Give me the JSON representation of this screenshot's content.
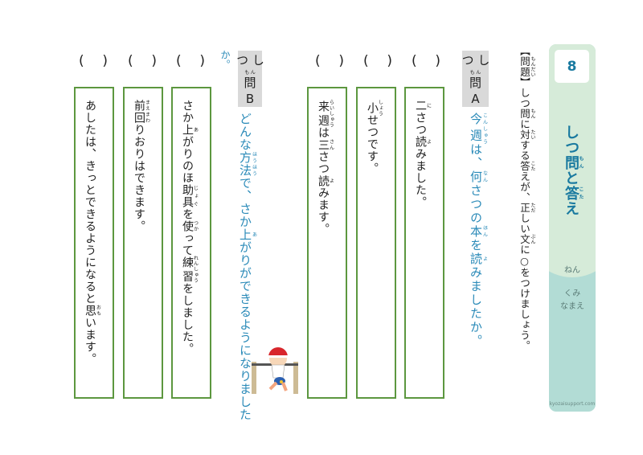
{
  "sidebar": {
    "number": "8",
    "title": [
      {
        "t": "しつ"
      },
      {
        "t": "問",
        "r": "もん"
      },
      {
        "t": "と"
      },
      {
        "t": "答",
        "r": "こた"
      },
      {
        "t": "え"
      }
    ],
    "year_label": "ねん",
    "class_label": "くみ",
    "name_label": "なまえ",
    "site": "kyozaisupport.com",
    "colors": {
      "top": "#d6ebd9",
      "bottom": "#b2dcd5",
      "accent": "#1a7aa0"
    }
  },
  "instruction": [
    {
      "t": "【"
    },
    {
      "t": "問題",
      "r": "もんだい"
    },
    {
      "t": "】しつ"
    },
    {
      "t": "問",
      "r": "もん"
    },
    {
      "t": "に"
    },
    {
      "t": "対",
      "r": "たい"
    },
    {
      "t": "する"
    },
    {
      "t": "答",
      "r": "こた"
    },
    {
      "t": "えが、"
    },
    {
      "t": "正",
      "r": "ただ"
    },
    {
      "t": "しい"
    },
    {
      "t": "文",
      "r": "ぶん"
    },
    {
      "t": "に○をつけましょう。"
    }
  ],
  "question_a": {
    "label": {
      "pre": "しつ",
      "kanji": "問",
      "ruby": "もん",
      "letter": "A"
    },
    "text": [
      {
        "t": "今",
        "r": "こん"
      },
      {
        "t": "週",
        "r": "しゅう"
      },
      {
        "t": "は、"
      },
      {
        "t": "何",
        "r": "なん"
      },
      {
        "t": "さつの"
      },
      {
        "t": "本",
        "r": "ほん"
      },
      {
        "t": "を"
      },
      {
        "t": "読",
        "r": "よ"
      },
      {
        "t": "みましたか。"
      }
    ],
    "parens": [
      "(",
      ")"
    ],
    "choices": [
      {
        "text": [
          {
            "t": "二",
            "r": "に"
          },
          {
            "t": "さつ"
          },
          {
            "t": "読",
            "r": "よ"
          },
          {
            "t": "みました。"
          }
        ]
      },
      {
        "text": [
          {
            "t": "小",
            "r": "しょう"
          },
          {
            "t": "せつです。"
          }
        ]
      },
      {
        "text": [
          {
            "t": "来週",
            "r": "らいしゅう"
          },
          {
            "t": "は"
          },
          {
            "t": "三",
            "r": "さん"
          },
          {
            "t": "さつ"
          },
          {
            "t": "読",
            "r": "よ"
          },
          {
            "t": "みます。"
          }
        ]
      }
    ]
  },
  "question_b": {
    "label": {
      "pre": "しつ",
      "kanji": "問",
      "ruby": "もん",
      "letter": "B"
    },
    "text": [
      {
        "t": "どんな"
      },
      {
        "t": "方法",
        "r": "ほうほう"
      },
      {
        "t": "で、さか"
      },
      {
        "t": "上",
        "r": "あ"
      },
      {
        "t": "がりができるようになりました"
      }
    ],
    "text_continued": "か。",
    "parens": [
      "(",
      ")"
    ],
    "choices": [
      {
        "text": [
          {
            "t": "さか"
          },
          {
            "t": "上",
            "r": "あ"
          },
          {
            "t": "がりのほ"
          },
          {
            "t": "助具",
            "r": "じょぐ"
          },
          {
            "t": "を"
          },
          {
            "t": "使",
            "r": "つか"
          },
          {
            "t": "って"
          },
          {
            "t": "練習",
            "r": "れんしゅう"
          },
          {
            "t": "をしました。"
          }
        ]
      },
      {
        "text": [
          {
            "t": "前回",
            "r": "まえまわ"
          },
          {
            "t": "りおりはできます。"
          }
        ]
      },
      {
        "text": [
          {
            "t": "あしたは、きっとできるようになると"
          },
          {
            "t": "思",
            "r": "おも"
          },
          {
            "t": "います。"
          }
        ]
      }
    ]
  }
}
